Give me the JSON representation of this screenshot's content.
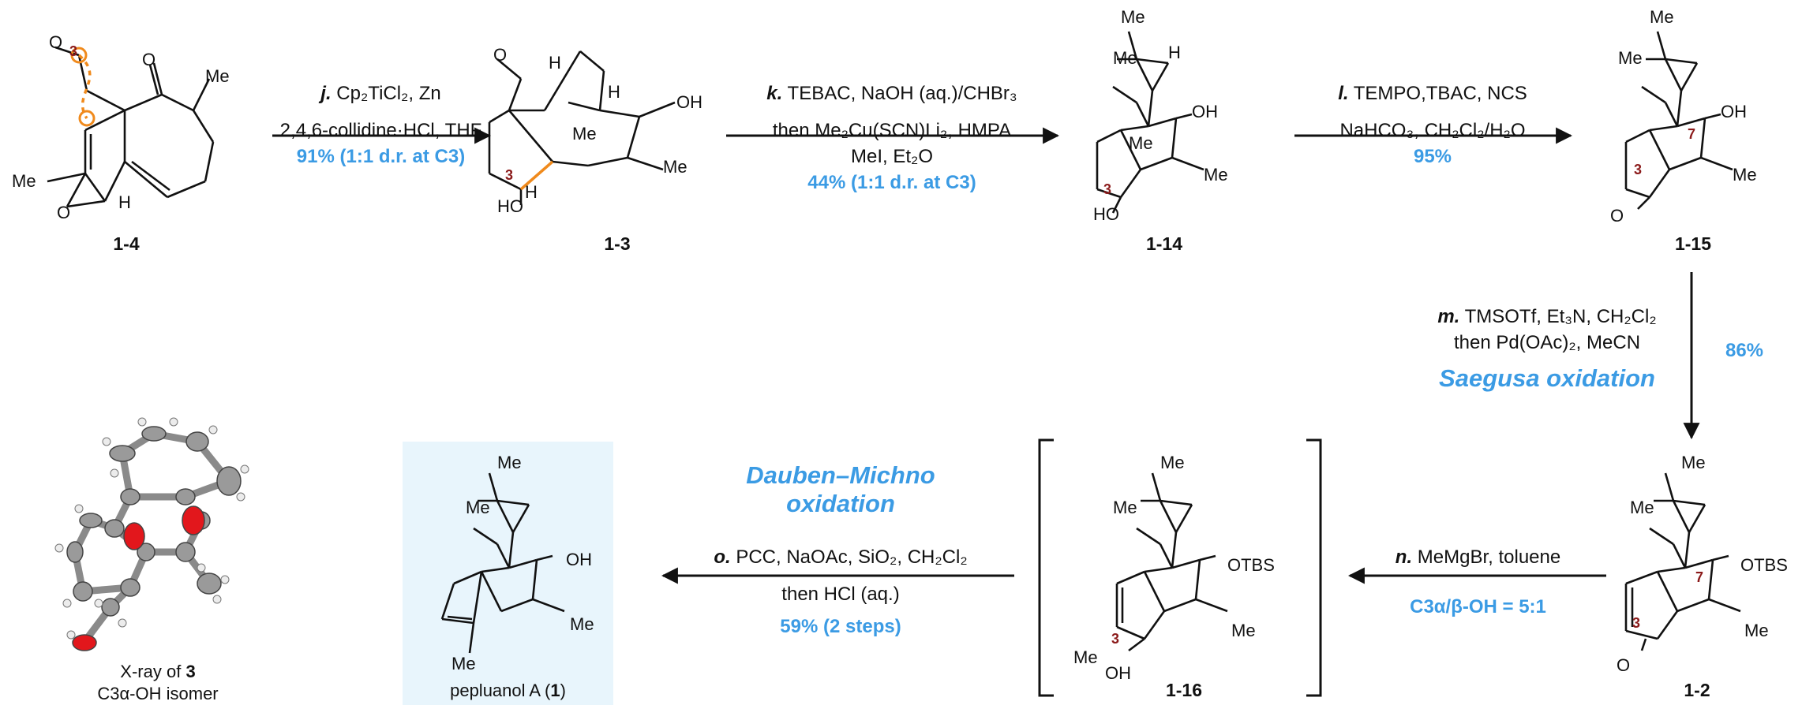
{
  "compounds": {
    "c14": "1-4",
    "c13": "1-3",
    "c114": "1-14",
    "c115": "1-15",
    "c12": "1-2",
    "c116": "1-16",
    "final_name_prefix": "pepluanol A (",
    "final_num": "1",
    "final_name_suffix": ")"
  },
  "steps": {
    "j": {
      "label": "j.",
      "line1": "Cp₂TiCl₂, Zn",
      "line2": "2,4,6-collidine·HCl, THF",
      "yield": "91% (1:1 d.r. at C3)"
    },
    "k": {
      "label": "k.",
      "line1": "TEBAC, NaOH (aq.)/CHBr₃",
      "line2": "then Me₂Cu(SCN)Li₂, HMPA",
      "line3": "MeI, Et₂O",
      "yield": "44% (1:1 d.r. at C3)"
    },
    "l": {
      "label": "l.",
      "line1": "TEMPO,TBAC, NCS",
      "line2": "NaHCO₃, CH₂Cl₂/H₂O",
      "yield": "95%"
    },
    "m": {
      "label": "m.",
      "line1": "TMSOTf, Et₃N, CH₂Cl₂",
      "line2": "then Pd(OAc)₂, MeCN",
      "yield": "86%",
      "named": "Saegusa oxidation"
    },
    "n": {
      "label": "n.",
      "line1": "MeMgBr, toluene",
      "yield": "C3α/β-OH = 5:1"
    },
    "o": {
      "label": "o.",
      "line1": "PCC, NaOAc, SiO₂, CH₂Cl₂",
      "line2": "then HCl (aq.)",
      "yield": "59% (2 steps)",
      "named1": "Dauben–Michno",
      "named2": "oxidation"
    }
  },
  "xray": {
    "line1_prefix": "X-ray of ",
    "line1_bold": "3",
    "line2": "C3α-OH isomer"
  },
  "atoms": {
    "me": "Me",
    "h": "H",
    "oh": "OH",
    "ho": "HO",
    "otbs": "OTBS",
    "o": "O",
    "n3": "3",
    "n7": "7"
  },
  "colors": {
    "accent_blue": "#3b9be4",
    "highlight_orange": "#f08a1c",
    "locant_red": "#8b1a1a",
    "box_fill": "#e8f5fc"
  }
}
